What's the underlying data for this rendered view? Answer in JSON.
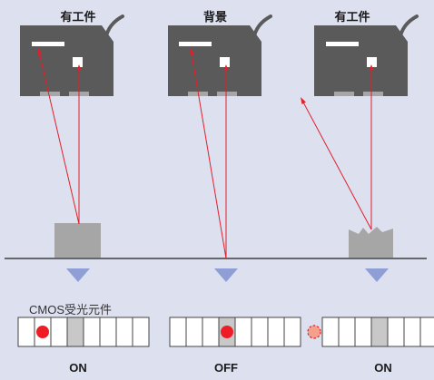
{
  "panels": [
    {
      "title": "有工件",
      "state": "ON"
    },
    {
      "title": "背景",
      "state": "OFF"
    },
    {
      "title": "有工件",
      "state": "ON"
    }
  ],
  "cmos_label": "CMOS受光元件",
  "colors": {
    "background": "#dde0ef",
    "sensor_body": "#5a5a5a",
    "beam": "#e0202a",
    "workpiece": "#a6a6a6",
    "arrow": "#8f9fd6",
    "active_pixel": "#ee1c25",
    "dim_pixel": "#f4a08c"
  }
}
